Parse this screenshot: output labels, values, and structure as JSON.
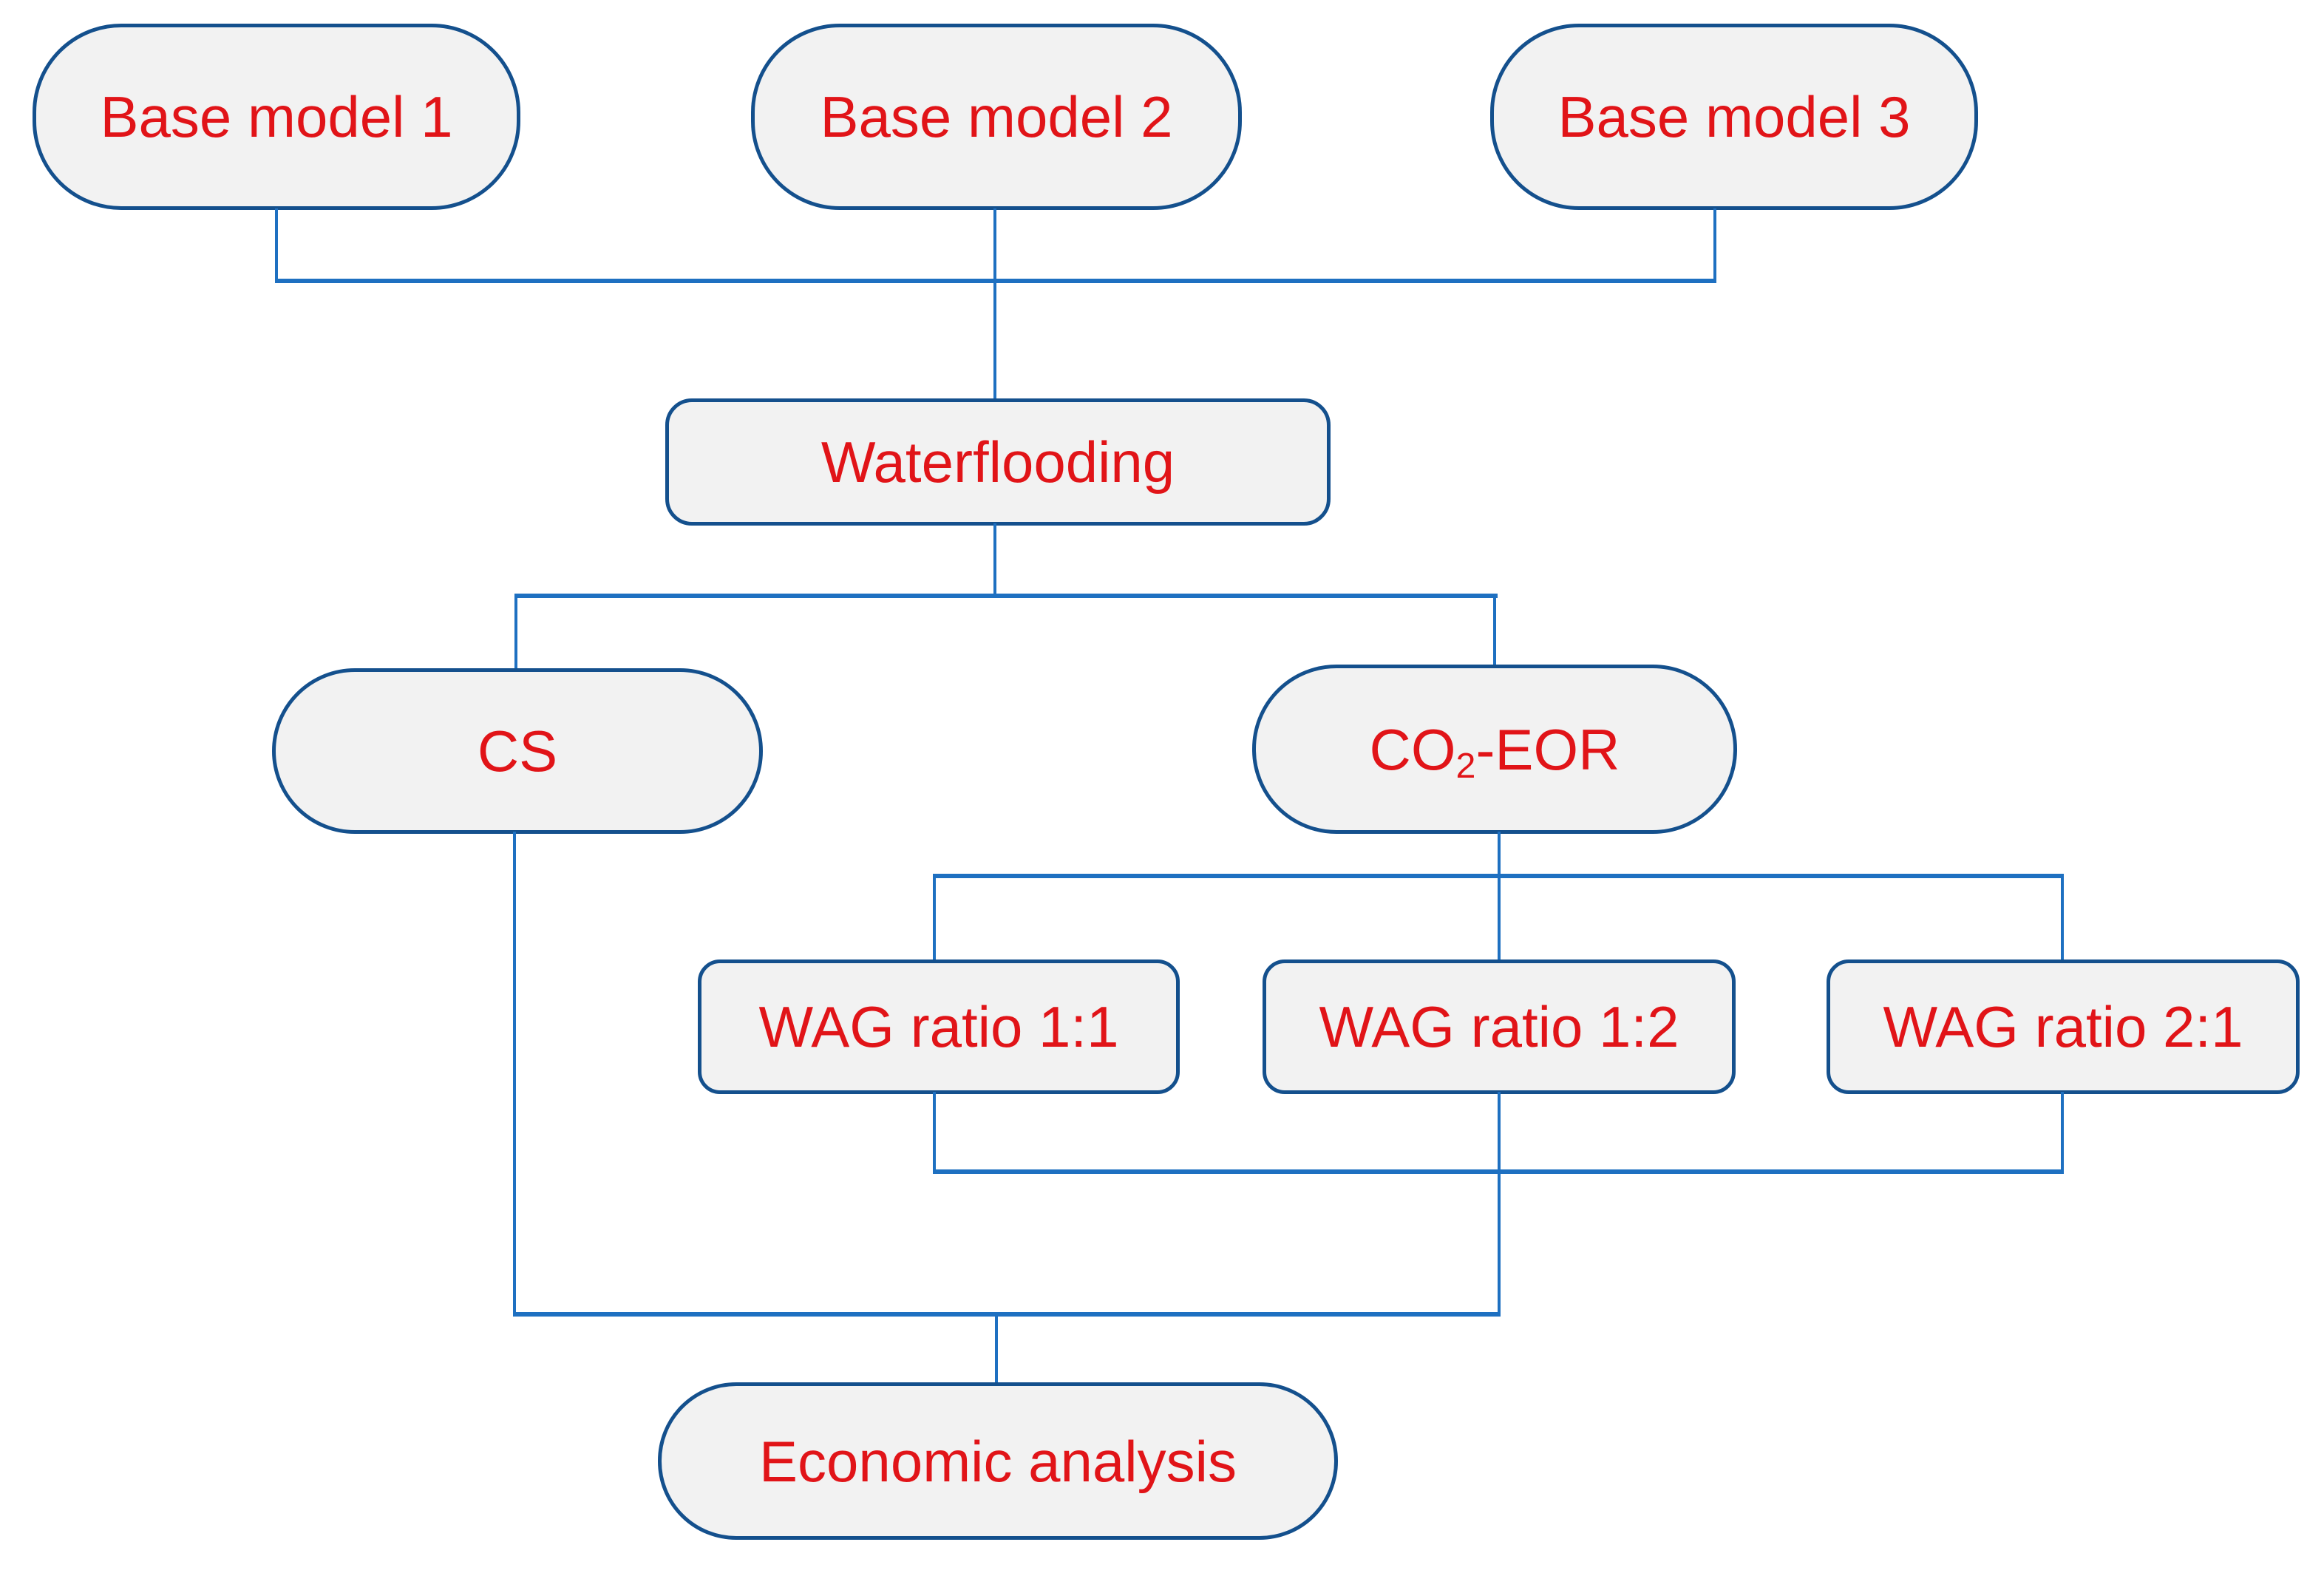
{
  "colors": {
    "background": "#ffffff",
    "connector": "#1e70c1",
    "shape_border": "#14508d",
    "shape_fill": "#f2f2f2",
    "label_text": "#e11418"
  },
  "nodes": {
    "base1": {
      "label": "Base model 1",
      "shape": "stadium"
    },
    "base2": {
      "label": "Base model 2",
      "shape": "stadium"
    },
    "base3": {
      "label": "Base model 3",
      "shape": "stadium"
    },
    "waterflooding": {
      "label": "Waterflooding",
      "shape": "rounded-rect"
    },
    "cs": {
      "label": "CS",
      "shape": "stadium"
    },
    "co2eor": {
      "label_main": "CO",
      "label_sub": "2",
      "label_rest": "-EOR",
      "shape": "stadium"
    },
    "wag11": {
      "label": "WAG ratio 1:1",
      "shape": "rounded-rect"
    },
    "wag12": {
      "label": "WAG ratio 1:2",
      "shape": "rounded-rect"
    },
    "wag21": {
      "label": "WAG ratio 2:1",
      "shape": "rounded-rect"
    },
    "economic": {
      "label": "Economic analysis",
      "shape": "stadium"
    }
  },
  "edges": [
    {
      "from": "Base model 1",
      "to": "Waterflooding"
    },
    {
      "from": "Base model 2",
      "to": "Waterflooding"
    },
    {
      "from": "Base model 3",
      "to": "Waterflooding"
    },
    {
      "from": "Waterflooding",
      "to": "CS"
    },
    {
      "from": "Waterflooding",
      "to": "CO2-EOR"
    },
    {
      "from": "CO2-EOR",
      "to": "WAG ratio 1:1"
    },
    {
      "from": "CO2-EOR",
      "to": "WAG ratio 1:2"
    },
    {
      "from": "CO2-EOR",
      "to": "WAG ratio 2:1"
    },
    {
      "from": "CS",
      "to": "Economic analysis"
    },
    {
      "from": "WAG ratio 1:1",
      "to": "Economic analysis"
    },
    {
      "from": "WAG ratio 1:2",
      "to": "Economic analysis"
    },
    {
      "from": "WAG ratio 2:1",
      "to": "Economic analysis"
    }
  ]
}
